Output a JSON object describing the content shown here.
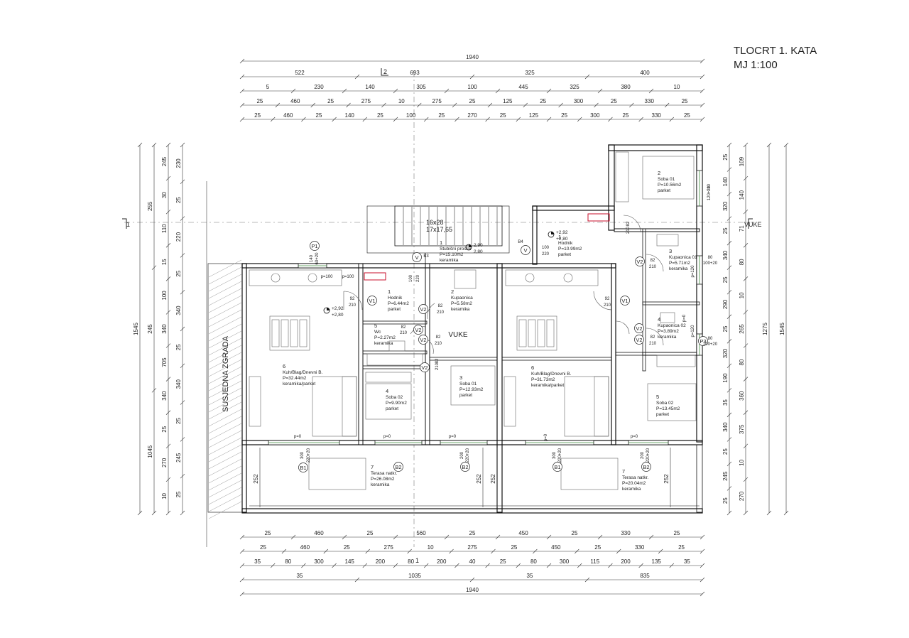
{
  "title": {
    "line1": "TLOCRT 1. KATA",
    "line2": "MJ 1:100"
  },
  "dims": {
    "top": {
      "row1": [
        "1940"
      ],
      "row2": [
        "522",
        "693",
        "325",
        "400"
      ],
      "row3": [
        "5",
        "230",
        "140",
        "305",
        "100",
        "445",
        "325",
        "380",
        "10"
      ],
      "row4": [
        "25",
        "460",
        "25",
        "275",
        "10",
        "275",
        "25",
        "125",
        "25",
        "300",
        "25",
        "330",
        "25"
      ],
      "row5": [
        "25",
        "460",
        "25",
        "140",
        "25",
        "100",
        "25",
        "270",
        "25",
        "125",
        "25",
        "300",
        "25",
        "330",
        "25"
      ]
    },
    "bottom": {
      "row1": [
        "25",
        "460",
        "25",
        "560",
        "25",
        "450",
        "25",
        "330",
        "25"
      ],
      "row2": [
        "25",
        "460",
        "25",
        "275",
        "10",
        "275",
        "25",
        "450",
        "25",
        "330",
        "25"
      ],
      "row3": [
        "35",
        "80",
        "300",
        "145",
        "200",
        "80",
        "200",
        "40",
        "25",
        "80",
        "300",
        "115",
        "200",
        "135",
        "35"
      ],
      "row4": [
        "35",
        "1035",
        "35",
        "835"
      ],
      "row5": [
        "1940"
      ]
    },
    "left": {
      "outer": [
        "1545"
      ],
      "mid": [
        "255",
        "245",
        "1045"
      ],
      "inner1": [
        "245",
        "30",
        "110",
        "15",
        "100",
        "340",
        "705",
        "340",
        "25",
        "270",
        "10"
      ],
      "inner2": [
        "230",
        "25",
        "220",
        "25",
        "340",
        "25",
        "340",
        "25",
        "245",
        "25"
      ]
    },
    "right": {
      "col1": [
        "25",
        "140",
        "320",
        "25",
        "340",
        "25",
        "290",
        "25",
        "320",
        "190",
        "35",
        "340",
        "25",
        "245",
        "25"
      ],
      "col2": [
        "109",
        "140",
        "71",
        "80",
        "10",
        "265",
        "80",
        "360",
        "375",
        "10",
        "270"
      ],
      "col3": [
        "1275"
      ],
      "col4": [
        "1545"
      ]
    },
    "inline": [
      "252",
      "252",
      "252",
      "252"
    ]
  },
  "rooms": [
    {
      "num": "6",
      "name": "Kuh/Blag/Dnevni B.",
      "area": "P=32.44m2",
      "finish": "keramika/parket"
    },
    {
      "num": "1",
      "name": "Hodnik",
      "area": "P=6.44m2",
      "finish": "parket"
    },
    {
      "num": "5",
      "name": "Wc",
      "area": "P=2.27m2",
      "finish": "keramika"
    },
    {
      "num": "2",
      "name": "Kupaonica",
      "area": "P=5.58m2",
      "finish": "keramika"
    },
    {
      "num": "4",
      "name": "Soba 02",
      "area": "P=9.90m2",
      "finish": "parket"
    },
    {
      "num": "3",
      "name": "Soba 01",
      "area": "P=12.93m2",
      "finish": "parket"
    },
    {
      "num": "7",
      "name": "Terasa natkr.",
      "area": "P=26.08m2",
      "finish": "keramika"
    },
    {
      "num": "1",
      "name": "Stubišni prostor",
      "area": "P=15.10m2",
      "finish": "keramika"
    },
    {
      "num": "6",
      "name": "Kuh/Blag/Dnevni B.",
      "area": "P=31.73m2",
      "finish": "keramika/parket"
    },
    {
      "num": "1",
      "name": "Hodnik",
      "area": "P=10.99m2",
      "finish": "parket"
    },
    {
      "num": "2",
      "name": "Soba 01",
      "area": "P=10.56m2",
      "finish": "parket"
    },
    {
      "num": "3",
      "name": "Kupaonica 01",
      "area": "P=5.71m2",
      "finish": "keramika"
    },
    {
      "num": "4",
      "name": "Kupaonica 02",
      "area": "P=3.89m2",
      "finish": "keramika"
    },
    {
      "num": "5",
      "name": "Soba 02",
      "area": "P=13.45m2",
      "finish": "parket"
    },
    {
      "num": "7",
      "name": "Terasa natkr.",
      "area": "P=20.04m2",
      "finish": "keramika"
    }
  ],
  "stair": {
    "label1": "16x28",
    "label2": "17x17,65"
  },
  "neighbour": "SUSJEDNA ZGRADA",
  "tags": [
    "P1",
    "V1",
    "V",
    "V2",
    "V2",
    "V2",
    "V2",
    "B1",
    "B2",
    "B2",
    "V",
    "V2",
    "V1",
    "V2",
    "V2",
    "P3",
    "B1",
    "B2"
  ],
  "levels": [
    {
      "a": "+2,92",
      "b": "+2,80"
    },
    {
      "a": "+2,92",
      "b": "+2,80"
    },
    {
      "a": "2,90",
      "b": "2,80"
    }
  ],
  "small_labels": [
    "92",
    "210",
    "82",
    "210",
    "82",
    "210",
    "82",
    "210",
    "82",
    "210",
    "92",
    "210",
    "82",
    "210",
    "82",
    "210",
    "82",
    "210",
    "100",
    "220",
    "100",
    "220",
    "80",
    "100+20",
    "80",
    "100+20",
    "140",
    "60+20",
    "140",
    "120+20",
    "p=100",
    "p=0",
    "p=0",
    "p=0",
    "p=100",
    "p=0",
    "p=0",
    "p=0",
    "p=120",
    "p=120",
    "300",
    "220+20",
    "200",
    "220+20",
    "300",
    "220+20",
    "200",
    "220+20",
    "B3",
    "B4",
    "2",
    "2",
    "1",
    "1",
    "VUKE"
  ]
}
